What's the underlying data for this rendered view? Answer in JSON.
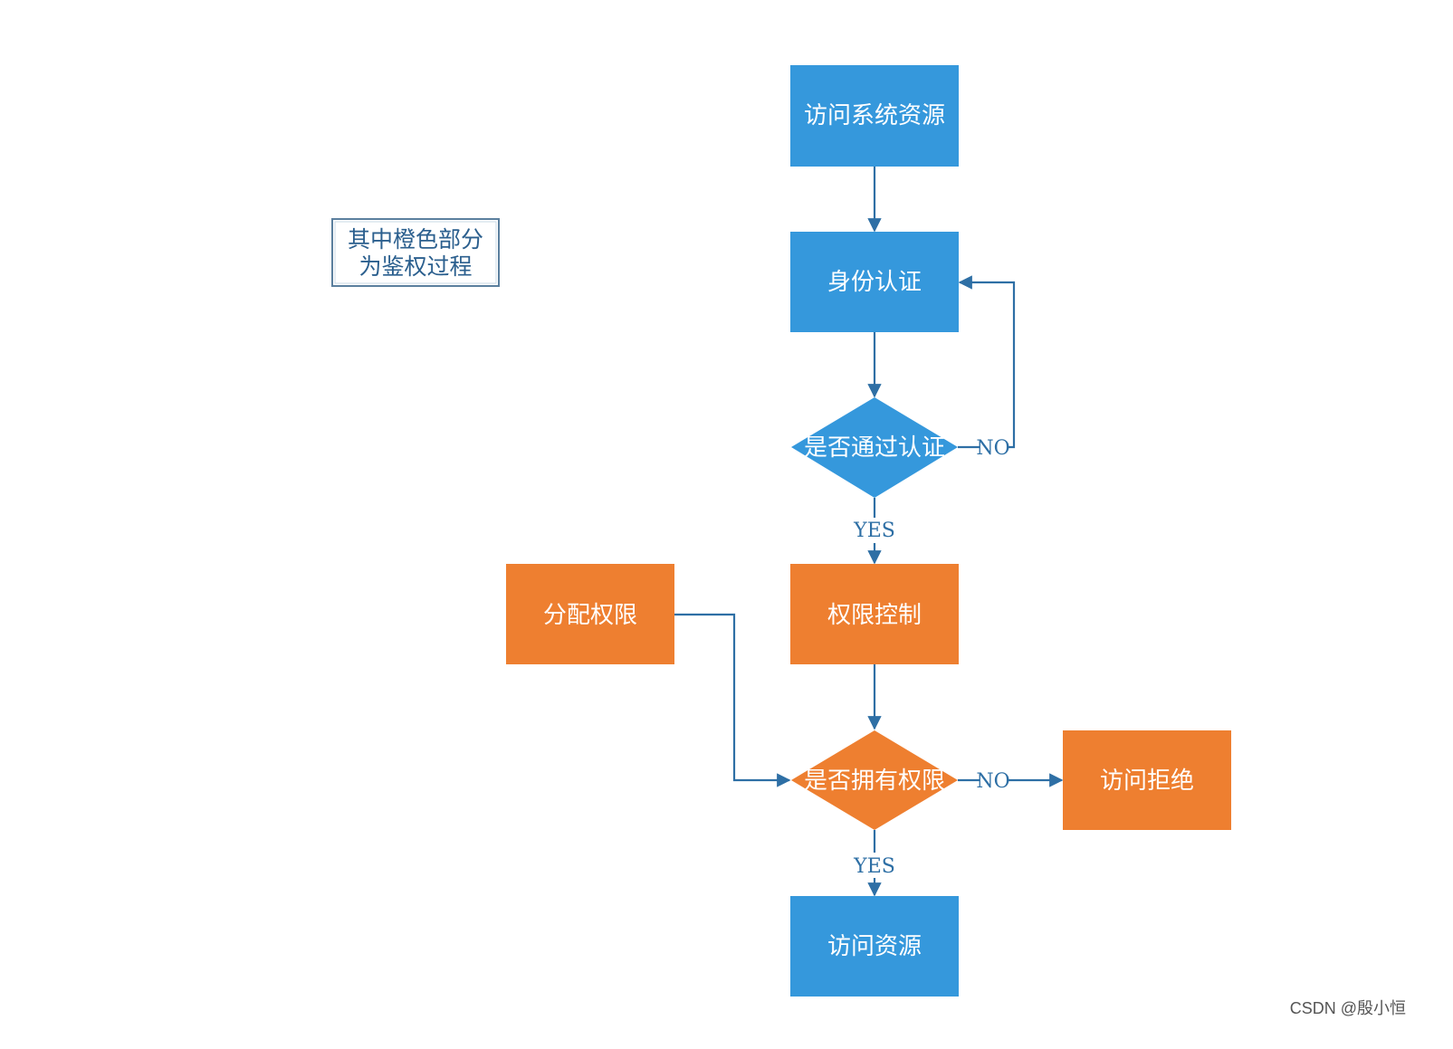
{
  "colors": {
    "blue": "#3598dc",
    "orange": "#ee7f30",
    "edge": "#2e6fa5",
    "note_border": "#5b7f9e"
  },
  "note": {
    "line1": "其中橙色部分",
    "line2": "为鉴权过程"
  },
  "nodes": {
    "access_system": "访问系统资源",
    "authentication": "身份认证",
    "auth_passed": "是否通过认证",
    "permission_control": "权限控制",
    "assign_permission": "分配权限",
    "has_permission": "是否拥有权限",
    "access_denied": "访问拒绝",
    "access_resource": "访问资源"
  },
  "edges": {
    "auth_no": "NO",
    "auth_yes": "YES",
    "perm_no": "NO",
    "perm_yes": "YES"
  },
  "watermark": "CSDN @殷小恒"
}
